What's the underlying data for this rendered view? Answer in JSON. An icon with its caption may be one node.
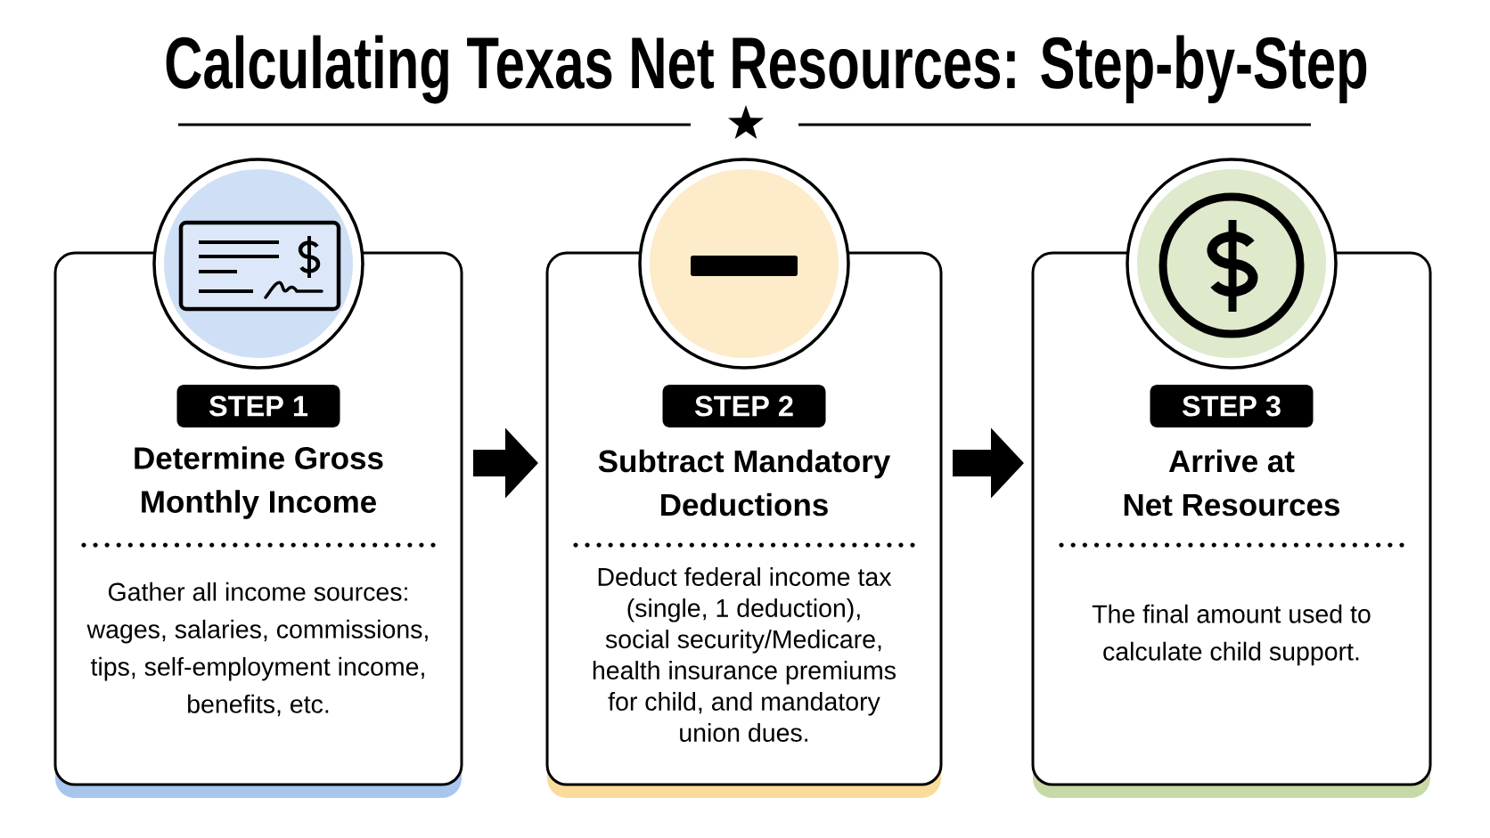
{
  "diagram": {
    "title": "Calculating Texas Net Resources: Step-by-Step",
    "nodes": [
      {
        "text": [
          "Determine Gross Monthly Income",
          "Gather all income sources: wages, salaries, commissions, tips, self-employment income, benefits, etc."
        ]
      },
      {
        "text": [
          "STEP 1"
        ],
        "in": 0
      },
      {
        "text": [
          "Subtract Mandatory Deductions",
          "Deduct federal income tax (single, 1 deduction), social security/Medicare, health insurance premiums for child, and mandatory union dues."
        ]
      },
      {
        "text": [
          "STEP 2"
        ],
        "in": 2
      },
      {
        "text": [
          "Arrive at Net Resources",
          "The final amount used to calculate child support."
        ]
      },
      {
        "text": [
          "STEP 3"
        ],
        "in": 4
      }
    ],
    "edges": [
      {
        "from": 0,
        "to": 2,
        "arrow": "to"
      },
      {
        "from": 2,
        "to": 4,
        "arrow": "to"
      }
    ]
  }
}
